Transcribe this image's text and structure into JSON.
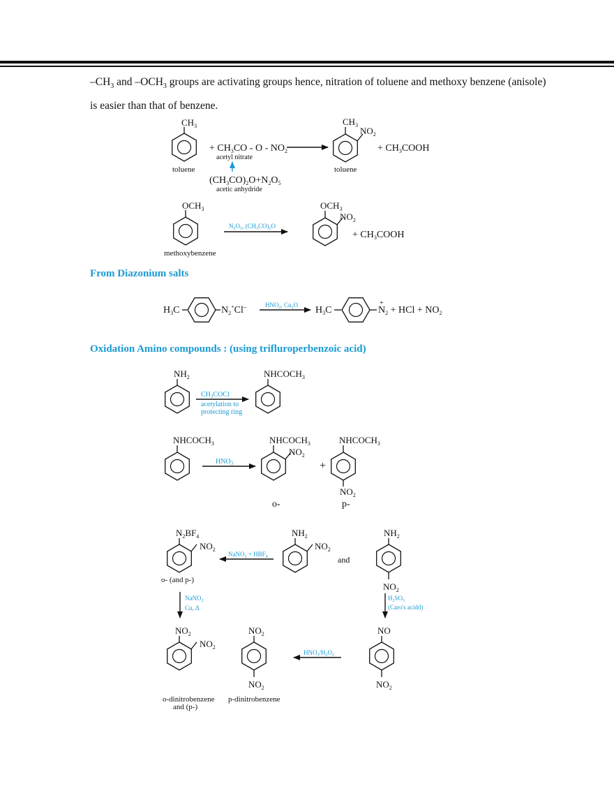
{
  "intro": {
    "p1": "–CH",
    "s1": "3",
    "p2": " and –OCH",
    "s2": "3",
    "p3": " groups are activating groups hence, nitration of toluene and methoxy benzene (anisole) is easier than that of benzene."
  },
  "scheme1": {
    "ch3": "CH",
    "ch3_sub": "3",
    "ch3b": "CH",
    "ch3b_sub": "3",
    "no2": "NO",
    "no2_sub": "2",
    "reagent_a": "+ CH",
    "reagent_sub1": "3",
    "reagent_b": "CO - O - NO",
    "reagent_sub2": "2",
    "acetyl_nitrate": "acetyl nitrate",
    "anhydride_a": "(CH",
    "anhydride_sub1": "3",
    "anhydride_b": "CO)",
    "anhydride_sub2": "2",
    "anhydride_c": "O+N",
    "anhydride_sub3": "2",
    "anhydride_d": "O",
    "anhydride_sub4": "5",
    "acetic_anhydride": "acetic anhydride",
    "toluene_left": "toluene",
    "toluene_right": "toluene",
    "product_a": "+ CH",
    "product_sub": "3",
    "product_b": "COOH"
  },
  "scheme2": {
    "och3": "OCH",
    "och3_sub": "3",
    "och3b": "OCH",
    "och3b_sub": "3",
    "no2": "NO",
    "no2_sub": "2",
    "reagent_a": "N",
    "reagent_s1": "2",
    "reagent_b": "O",
    "reagent_s2": "5",
    "reagent_c": ", (CH",
    "reagent_s3": "3",
    "reagent_d": "CO)",
    "reagent_s4": "2",
    "reagent_e": "O",
    "methoxybenzene": "methoxybenzene",
    "product_a": "+ CH",
    "product_sub": "3",
    "product_b": "COOH"
  },
  "heading_diazonium": "From Diazonium salts",
  "scheme3": {
    "h3c_a": "H",
    "h3c_sub": "3",
    "h3c_b": "C",
    "n2cl_a": "N",
    "n2cl_sub": "2",
    "n2cl_sup": "+",
    "n2cl_b": "Cl",
    "n2cl_sup2": "–",
    "reagent_a": "HNO",
    "reagent_s1": "2",
    "reagent_b": ", Cu",
    "reagent_s2": "2",
    "reagent_c": "O",
    "h3c2_a": "H",
    "h3c2_sub": "3",
    "h3c2_b": "C",
    "n2_plus": "+",
    "prod_a": "N",
    "prod_sub": "2",
    "prod_b": " + HCl + NO",
    "prod_sub2": "2"
  },
  "heading_oxidation": "Oxidation Amino compounds : (using trifluroperbenzoic acid)",
  "scheme4": {
    "nh2": "NH",
    "nh2_sub": "2",
    "nhcoch3": "NHCOCH",
    "nhcoch3_sub": "3",
    "reagent1_a": "CH",
    "reagent1_sub": "3",
    "reagent1_b": "COCl",
    "reagent2": "acetylation to",
    "reagent3": "protecting ring"
  },
  "scheme5": {
    "nhcoch3_a": "NHCOCH",
    "nhcoch3_sub": "3",
    "reagent_a": "HNO",
    "reagent_sub": "3",
    "no2": "NO",
    "no2_sub": "2",
    "plus": "+",
    "ortho": "o-",
    "para": "p-"
  },
  "scheme6": {
    "n2bf4_a": "N",
    "n2bf4_s1": "2",
    "n2bf4_b": "BF",
    "n2bf4_s2": "4",
    "no2": "NO",
    "no2_sub": "2",
    "nh2": "NH",
    "nh2_sub": "2",
    "reagent_a": "NaNO",
    "reagent_s1": "2",
    "reagent_b": " + HBF",
    "reagent_s2": "4",
    "and": "and",
    "o_and_p": "o- (and p-)",
    "nano2_a": "NaNO",
    "nano2_sub": "2",
    "cu_delta": "Cu, Δ",
    "h2so5_a": "H",
    "h2so5_s1": "2",
    "h2so5_b": "SO",
    "h2so5_s2": "5",
    "caros": "(Caro's acidd)",
    "no": "NO",
    "hno3_a": "HNO",
    "hno3_s1": "3",
    "hno3_b": "/H",
    "hno3_s2": "2",
    "hno3_c": "O",
    "hno3_s3": "2",
    "o_dinitro": "o-dinitrobenzene",
    "and_p": "and (p-)",
    "p_dinitro": "p-dinitrobenzene"
  }
}
